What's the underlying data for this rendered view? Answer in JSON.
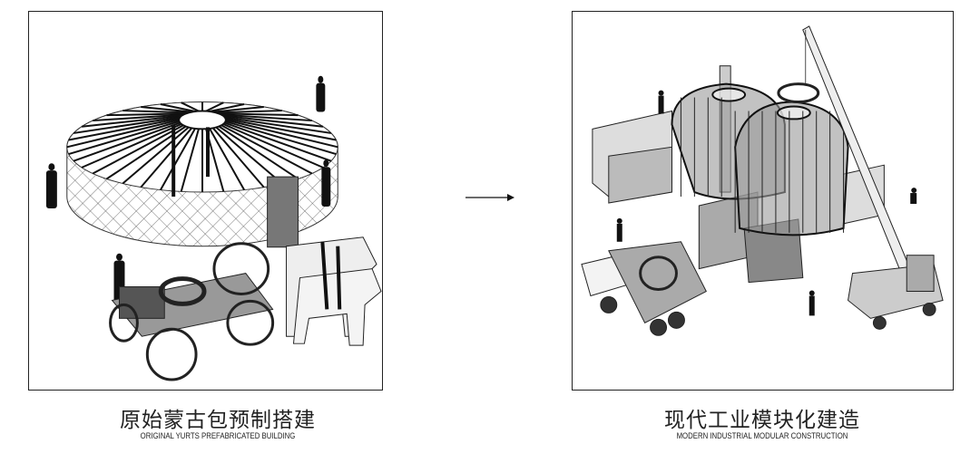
{
  "left_panel": {
    "caption_zh": "原始蒙古包预制搭建",
    "caption_en": "ORIGINAL YURTS PREFABRICATED BUILDING"
  },
  "arrow": {
    "icon": "right-arrow-icon"
  },
  "right_panel": {
    "caption_zh": "现代工业模块化建造",
    "caption_en": "MODERN INDUSTRIAL MODULAR CONSTRUCTION"
  }
}
